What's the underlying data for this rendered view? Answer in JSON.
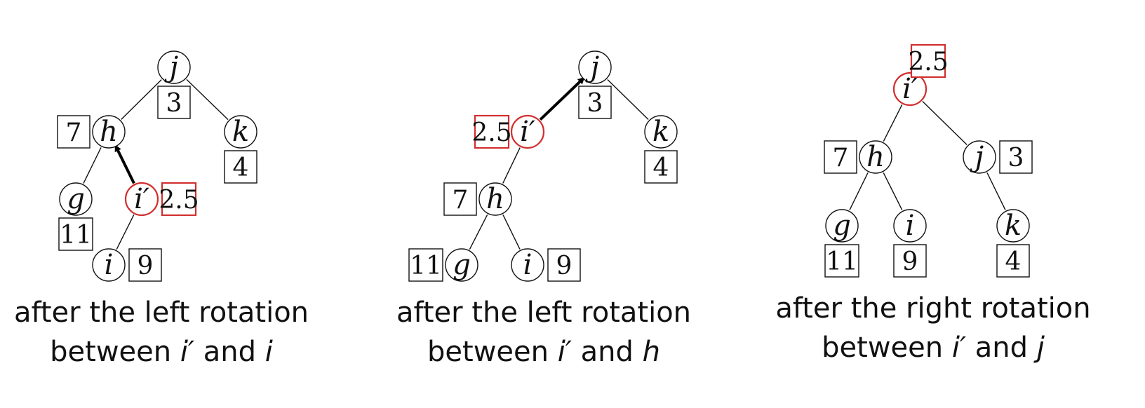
{
  "colors": {
    "highlight": "#d32f2f",
    "stroke": "#111111",
    "arrow": "#000000"
  },
  "panels": [
    {
      "id": "panel-1",
      "caption": {
        "line1": "after the left rotation",
        "line2_pre": "between ",
        "var1": "i′",
        "mid": " and ",
        "var2": "i"
      },
      "nodes": [
        {
          "id": "j",
          "label": "j",
          "key": "3",
          "key_pos": "below",
          "highlight": false
        },
        {
          "id": "h",
          "label": "h",
          "key": "7",
          "key_pos": "left",
          "highlight": false
        },
        {
          "id": "k",
          "label": "k",
          "key": "4",
          "key_pos": "below",
          "highlight": false
        },
        {
          "id": "g",
          "label": "g",
          "key": "11",
          "key_pos": "below",
          "highlight": false
        },
        {
          "id": "ip",
          "label": "i′",
          "key": "2.5",
          "key_pos": "right",
          "highlight": true
        },
        {
          "id": "i",
          "label": "i",
          "key": "9",
          "key_pos": "right",
          "highlight": false
        }
      ],
      "edges": [
        [
          "j",
          "h"
        ],
        [
          "j",
          "k"
        ],
        [
          "h",
          "g"
        ],
        [
          "ip",
          "i"
        ]
      ],
      "arrow": [
        "ip",
        "h"
      ]
    },
    {
      "id": "panel-2",
      "caption": {
        "line1": "after the left rotation",
        "line2_pre": "between ",
        "var1": "i′",
        "mid": " and ",
        "var2": "h"
      },
      "nodes": [
        {
          "id": "j",
          "label": "j",
          "key": "3",
          "key_pos": "below",
          "highlight": false
        },
        {
          "id": "ip",
          "label": "i′",
          "key": "2.5",
          "key_pos": "left",
          "highlight": true
        },
        {
          "id": "k",
          "label": "k",
          "key": "4",
          "key_pos": "below",
          "highlight": false
        },
        {
          "id": "h",
          "label": "h",
          "key": "7",
          "key_pos": "left",
          "highlight": false
        },
        {
          "id": "g",
          "label": "g",
          "key": "11",
          "key_pos": "left",
          "highlight": false
        },
        {
          "id": "i",
          "label": "i",
          "key": "9",
          "key_pos": "right",
          "highlight": false
        }
      ],
      "edges": [
        [
          "j",
          "k"
        ],
        [
          "ip",
          "h"
        ],
        [
          "h",
          "g"
        ],
        [
          "h",
          "i"
        ]
      ],
      "arrow": [
        "ip",
        "j"
      ]
    },
    {
      "id": "panel-3",
      "caption": {
        "line1": "after the right rotation",
        "line2_pre": "between ",
        "var1": "i′",
        "mid": " and ",
        "var2": "j"
      },
      "nodes": [
        {
          "id": "ip",
          "label": "i′",
          "key": "2.5",
          "key_pos": "above-right",
          "highlight": true
        },
        {
          "id": "h",
          "label": "h",
          "key": "7",
          "key_pos": "left",
          "highlight": false
        },
        {
          "id": "j",
          "label": "j",
          "key": "3",
          "key_pos": "right",
          "highlight": false
        },
        {
          "id": "g",
          "label": "g",
          "key": "11",
          "key_pos": "below",
          "highlight": false
        },
        {
          "id": "i",
          "label": "i",
          "key": "9",
          "key_pos": "below",
          "highlight": false
        },
        {
          "id": "k",
          "label": "k",
          "key": "4",
          "key_pos": "below",
          "highlight": false
        }
      ],
      "edges": [
        [
          "ip",
          "h"
        ],
        [
          "ip",
          "j"
        ],
        [
          "h",
          "g"
        ],
        [
          "h",
          "i"
        ],
        [
          "j",
          "k"
        ]
      ],
      "arrow": null
    }
  ]
}
